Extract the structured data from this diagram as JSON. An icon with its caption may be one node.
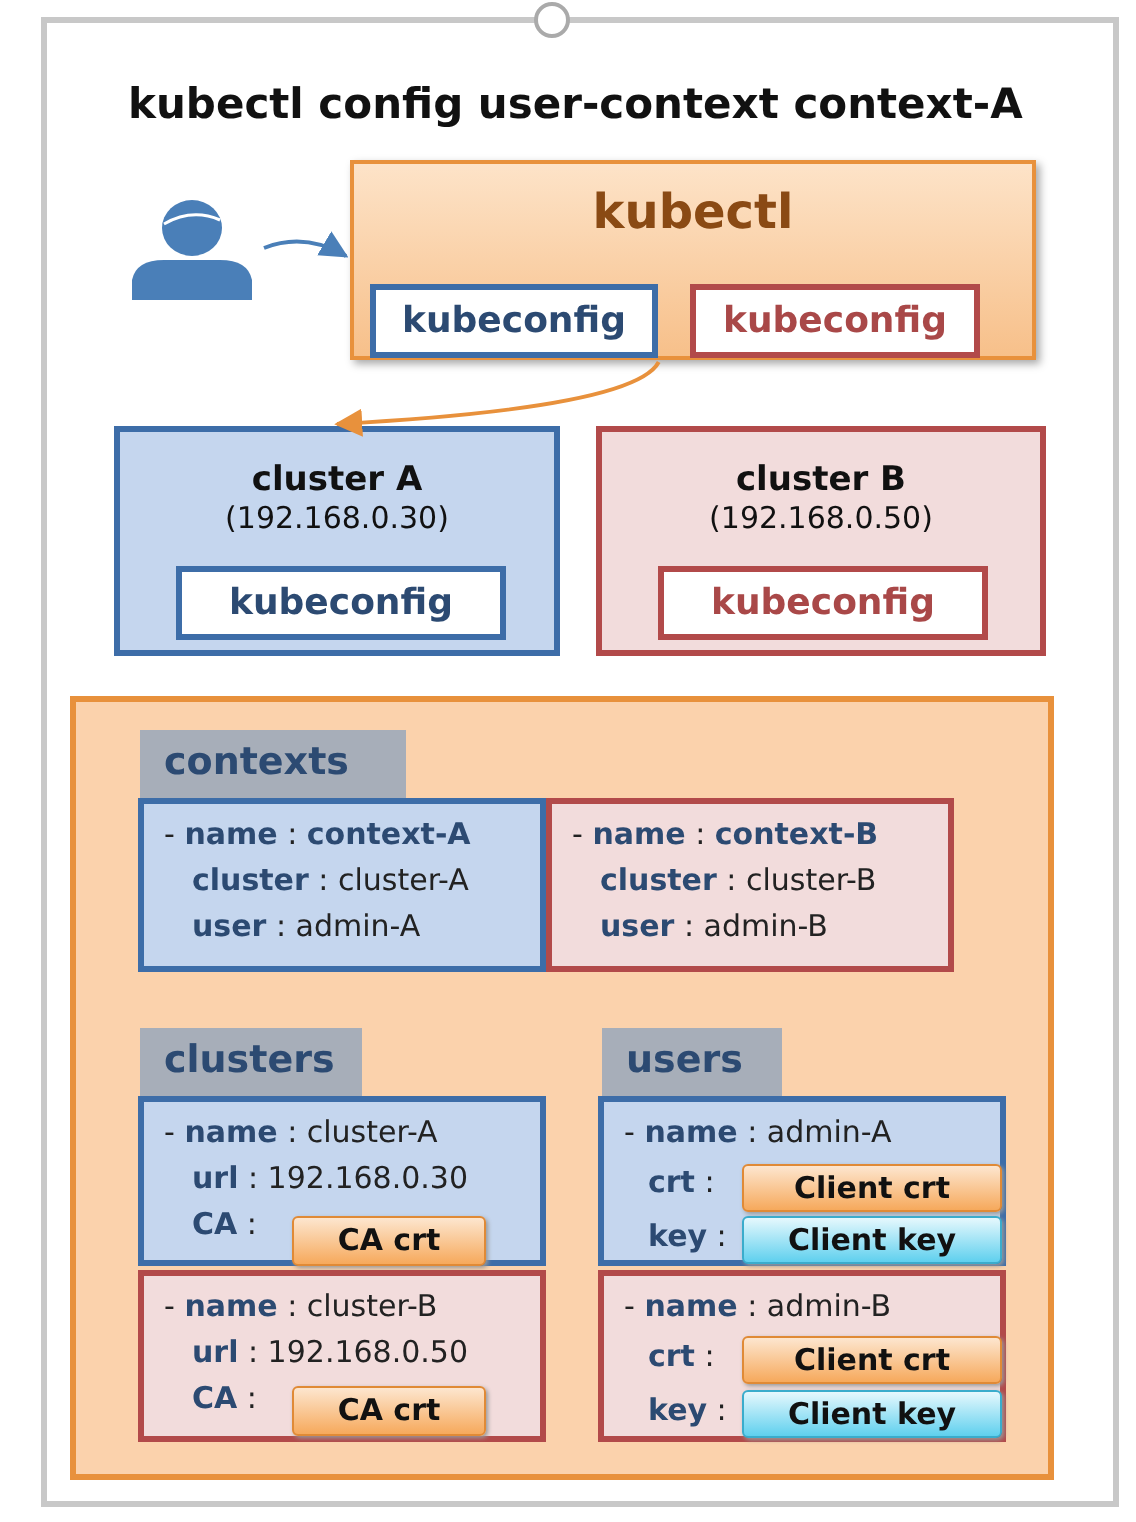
{
  "diagram": {
    "title": "kubectl config user-context context-A",
    "nodes": [
      {
        "text": [],
        "shape": "person"
      },
      {
        "text": [
          "kubectl"
        ]
      },
      {
        "text": [
          "kubeconfig"
        ],
        "in": 1
      },
      {
        "text": [
          "kubeconfig"
        ],
        "in": 1
      },
      {
        "text": [
          "cluster A",
          "(192.168.0.30)"
        ]
      },
      {
        "text": [
          "kubeconfig"
        ],
        "in": 4
      },
      {
        "text": [
          "cluster B",
          "(192.168.0.50)"
        ]
      },
      {
        "text": [
          "kubeconfig"
        ],
        "in": 6
      },
      {
        "text": [],
        "shape": "box"
      },
      {
        "text": [
          "contexts"
        ],
        "in": 8
      },
      {
        "text": [
          "- **name** : **context-A**",
          "**cluster** : cluster-A",
          "**user** : admin-A"
        ],
        "in": 8
      },
      {
        "text": [
          "- **name** : **context-B**",
          "**cluster** : cluster-B",
          "**user** : admin-B"
        ],
        "in": 8
      },
      {
        "text": [
          "clusters"
        ],
        "in": 8
      },
      {
        "text": [
          "- **name** : cluster-A",
          "**url** : 192.168.0.30",
          "**CA** :"
        ],
        "in": 8
      },
      {
        "text": [
          "CA crt"
        ],
        "in": 13
      },
      {
        "text": [
          "- **name** : cluster-B",
          "**url** : 192.168.0.50",
          "**CA** :"
        ],
        "in": 8
      },
      {
        "text": [
          "CA crt"
        ],
        "in": 15
      },
      {
        "text": [
          "users"
        ],
        "in": 8
      },
      {
        "text": [
          "- **name** : admin-A",
          "**crt** :",
          "**key** :"
        ],
        "in": 8
      },
      {
        "text": [
          "Client crt"
        ],
        "in": 18
      },
      {
        "text": [
          "Client key"
        ],
        "in": 18
      },
      {
        "text": [
          "- **name** : admin-B",
          "**crt** :",
          "**key** :"
        ],
        "in": 8
      },
      {
        "text": [
          "Client crt"
        ],
        "in": 21
      },
      {
        "text": [
          "Client key"
        ],
        "in": 21
      }
    ],
    "edges": [
      {
        "from": 0,
        "to": 1,
        "arrow": "to"
      },
      {
        "from": 1,
        "to": 4,
        "arrow": "to",
        "color": "#e8913c"
      }
    ]
  }
}
